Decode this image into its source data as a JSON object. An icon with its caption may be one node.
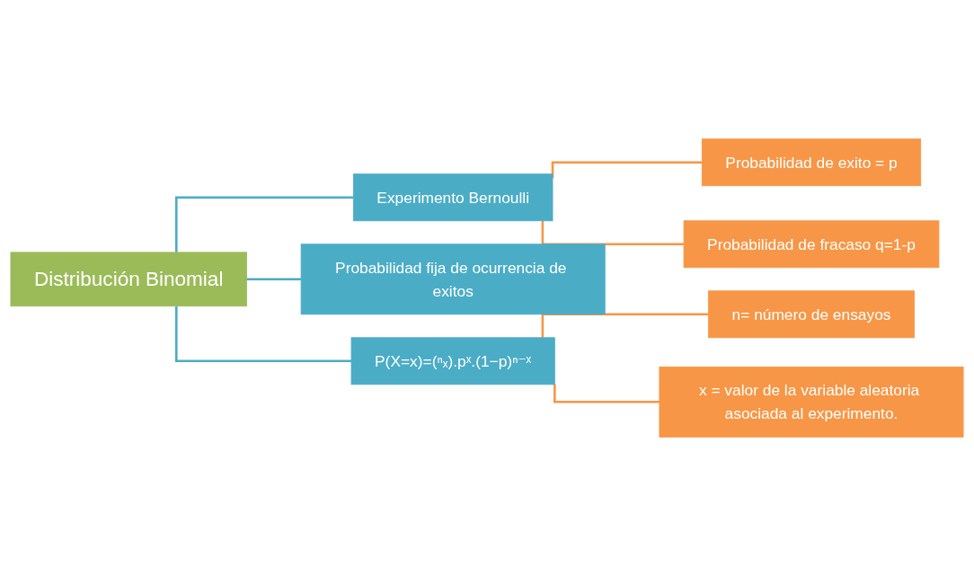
{
  "diagram": {
    "nodes": [
      {
        "text": [
          "Distribución Binomial"
        ]
      },
      {
        "text": [
          "Experimento Bernoulli"
        ]
      },
      {
        "text": [
          "Probabilidad fija de ocurrencia de exitos"
        ]
      },
      {
        "text": [
          "P(X=x)=(ⁿₓ).pˣ.(1−p)ⁿ⁻ˣ"
        ]
      },
      {
        "text": [
          "Probabilidad de exito = p"
        ]
      },
      {
        "text": [
          "Probabilidad de fracaso q=1-p"
        ]
      },
      {
        "text": [
          "n= número de ensayos"
        ]
      },
      {
        "text": [
          "x = valor de la variable aleatoria asociada al experimento."
        ]
      }
    ],
    "edges": [
      {
        "from": 0,
        "to": 1,
        "arrow": "none",
        "color": "#4bacc6"
      },
      {
        "from": 0,
        "to": 2,
        "arrow": "none",
        "color": "#4bacc6"
      },
      {
        "from": 0,
        "to": 3,
        "arrow": "none",
        "color": "#4bacc6"
      },
      {
        "from": 1,
        "to": 4,
        "arrow": "none"
      },
      {
        "from": 1,
        "to": 5,
        "arrow": "none"
      },
      {
        "from": 3,
        "to": 6,
        "arrow": "none"
      },
      {
        "from": 3,
        "to": 7,
        "arrow": "none"
      }
    ]
  }
}
